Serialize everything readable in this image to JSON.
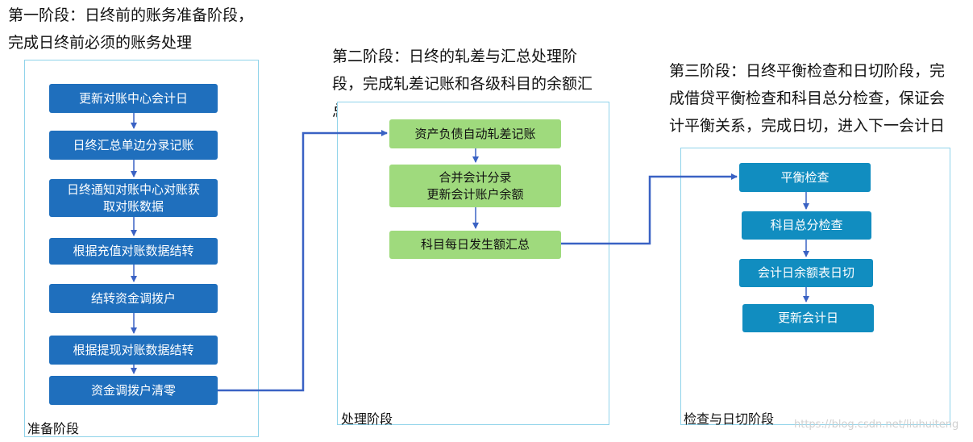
{
  "headings": {
    "stage1": [
      "第一阶段：日终前的账务准备阶段，",
      "完成日终前必须的账务处理"
    ],
    "stage2": [
      "第二阶段：日终的轧差与汇总处理阶",
      "段，完成轧差记账和各级科目的余额汇",
      "总"
    ],
    "stage3": [
      "第三阶段：日终平衡检查和日切阶段，完",
      "成借贷平衡检查和科目总分检查，保证会",
      "计平衡关系，完成日切，进入下一会计日"
    ]
  },
  "panels": {
    "prepare": {
      "label": "准备阶段",
      "steps": [
        [
          "更新对账中心会计日"
        ],
        [
          "日终汇总单边分录记账"
        ],
        [
          "日终通知对账中心对账获",
          "取对账数据"
        ],
        [
          "根据充值对账数据结转"
        ],
        [
          "结转资金调拨户"
        ],
        [
          "根据提现对账数据结转"
        ],
        [
          "资金调拨户清零"
        ]
      ]
    },
    "process": {
      "label": "处理阶段",
      "steps": [
        [
          "资产负债自动轧差记账"
        ],
        [
          "合并会计分录",
          "更新会计账户余额"
        ],
        [
          "科目每日发生额汇总"
        ]
      ]
    },
    "check": {
      "label": "检查与日切阶段",
      "steps": [
        [
          "平衡检查"
        ],
        [
          "科目总分检查"
        ],
        [
          "会计日余额表日切"
        ],
        [
          "更新会计日"
        ]
      ]
    }
  },
  "watermark": "https://blog.csdn.net/liuhuiteng",
  "colors": {
    "panel_border": "#8fd3ea",
    "prepare_box": "#1f6fbd",
    "process_box": "#9fda7d",
    "check_box": "#118dc0",
    "arrow": "#3a62c4"
  }
}
